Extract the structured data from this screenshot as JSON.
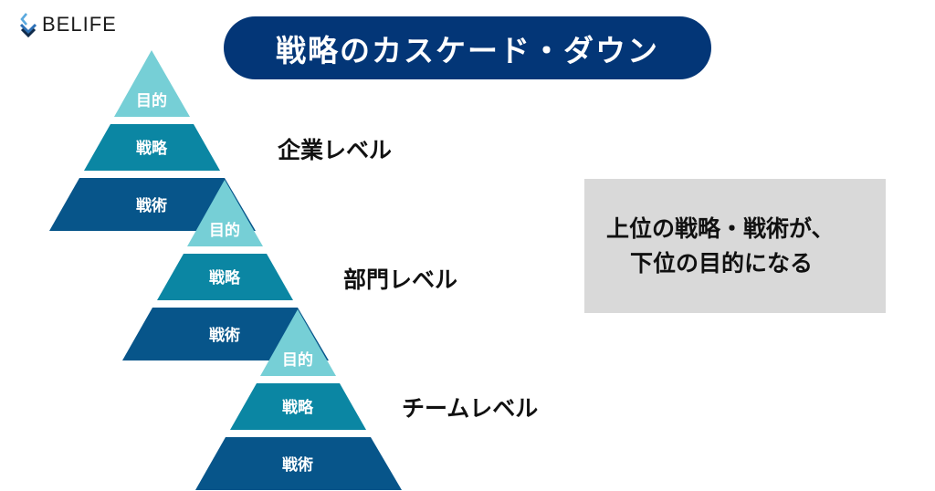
{
  "brand": {
    "logo_text": "BELIFE",
    "logo_icon": "chevron-down-stack-icon"
  },
  "title": "戦略のカスケード・ダウン",
  "colors": {
    "title_bg": "#033677",
    "purpose": "#76cfd6",
    "strategy": "#0b86a3",
    "tactics": "#07558a",
    "note_bg": "#d9d9d9"
  },
  "pyramids": [
    {
      "level": "企業レベル",
      "layers": [
        "目的",
        "戦略",
        "戦術"
      ]
    },
    {
      "level": "部門レベル",
      "layers": [
        "目的",
        "戦略",
        "戦術"
      ]
    },
    {
      "level": "チームレベル",
      "layers": [
        "目的",
        "戦略",
        "戦術"
      ]
    }
  ],
  "note": {
    "line1": "上位の戦略・戦術が、",
    "line2": "下位の目的になる"
  }
}
